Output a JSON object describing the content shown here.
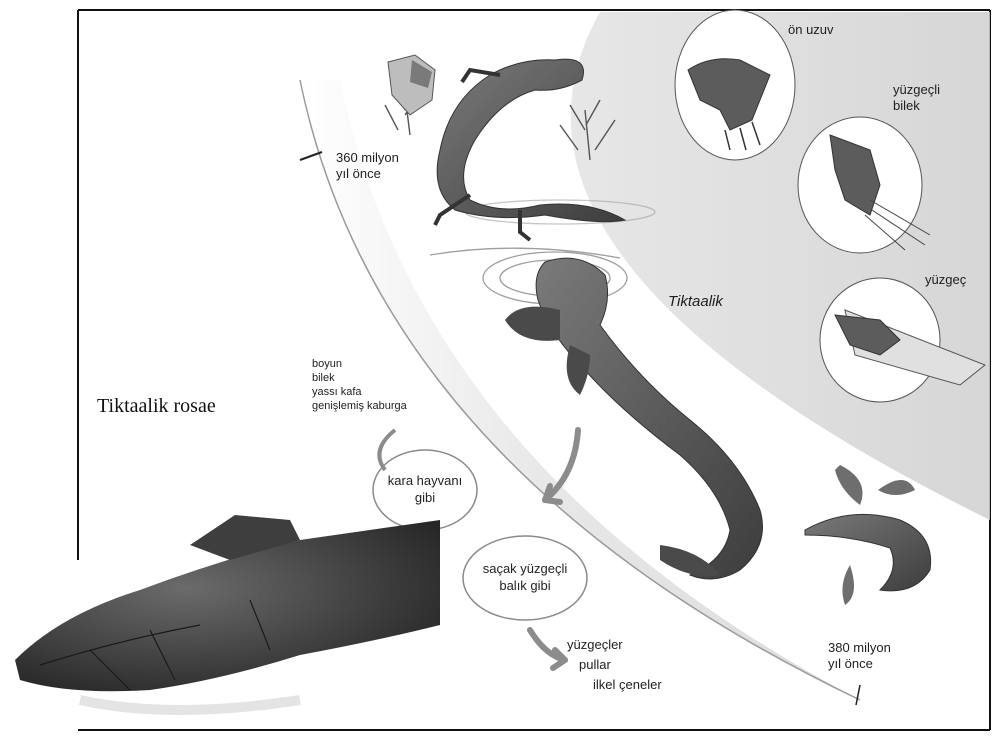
{
  "labels": {
    "on_uzuv": "ön uzuv",
    "yuzgecli_bilek": [
      "yüzgeçli",
      "bilek"
    ],
    "yuzgec": "yüzgeç",
    "time_top": [
      "360 milyon",
      "yıl önce"
    ],
    "time_bottom": [
      "380 milyon",
      "yıl önce"
    ],
    "tiktaalik": "Tiktaalik",
    "species_title": "Tiktaalik rosae",
    "land_traits": [
      "boyun",
      "bilek",
      "yassı kafa",
      "genişlemiş kaburga"
    ],
    "land_bubble": [
      "kara hayvanı",
      "gibi"
    ],
    "fish_bubble": [
      "saçak yüzgeçli",
      "balık gibi"
    ],
    "fish_traits": [
      "yüzgeçler",
      "pullar",
      "ilkel çeneler"
    ]
  },
  "icons": [
    "tetrapod-amphibian",
    "tiktaalik-animal",
    "lobe-finned-fish",
    "fossil-skull",
    "forelimb-bone",
    "finned-wrist-bone",
    "fin-bone",
    "plant-sprig",
    "arrow-down"
  ],
  "colors": {
    "frame": "#111111",
    "band": "#d6d6d6",
    "animal": "#5a5a5a",
    "fossil": "#3a3a3a"
  }
}
